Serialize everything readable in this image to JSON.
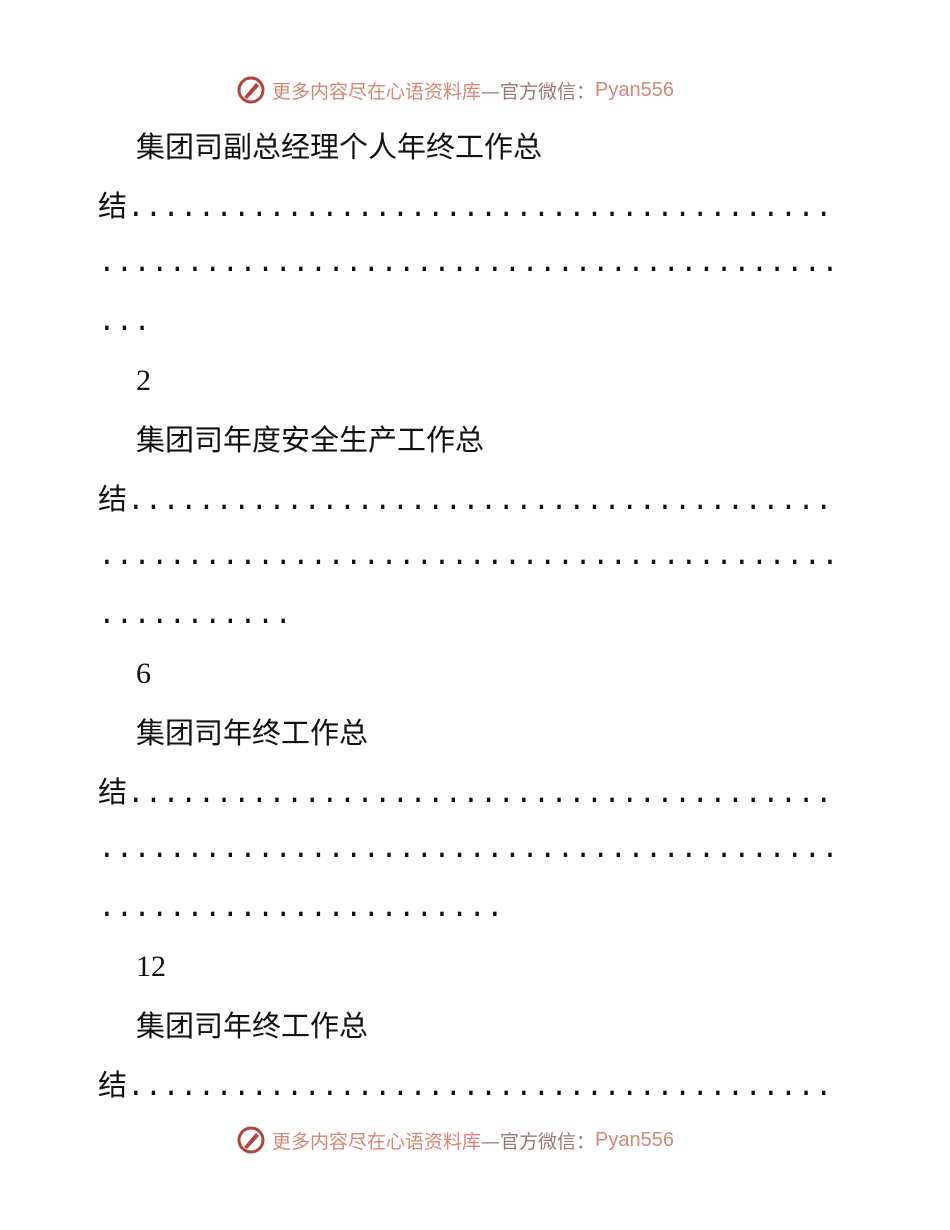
{
  "header_banner": {
    "text": "更多内容尽在心语资料库",
    "dash": "—官方微信：",
    "id": "Pyan556"
  },
  "footer_banner": {
    "text": "更多内容尽在心语资料库",
    "dash": "—官方微信：",
    "id": "Pyan556"
  },
  "toc": [
    {
      "title": "集团司副总经理个人年终工作总",
      "tail": "结",
      "dots1": "........................................",
      "dots2": "..........................................",
      "dots3": "...",
      "page": "2"
    },
    {
      "title": "集团司年度安全生产工作总",
      "tail": "结",
      "dots1": "........................................",
      "dots2": "..........................................",
      "dots3": "...........",
      "page": "6"
    },
    {
      "title": "集团司年终工作总",
      "tail": "结",
      "dots1": "........................................",
      "dots2": "..........................................",
      "dots3": ".......................",
      "page": "12"
    },
    {
      "title": "集团司年终工作总",
      "tail": "结",
      "dots1": "........................................"
    }
  ],
  "colors": {
    "banner_accent": "#d98577",
    "banner_secondary": "#9a7a74"
  }
}
